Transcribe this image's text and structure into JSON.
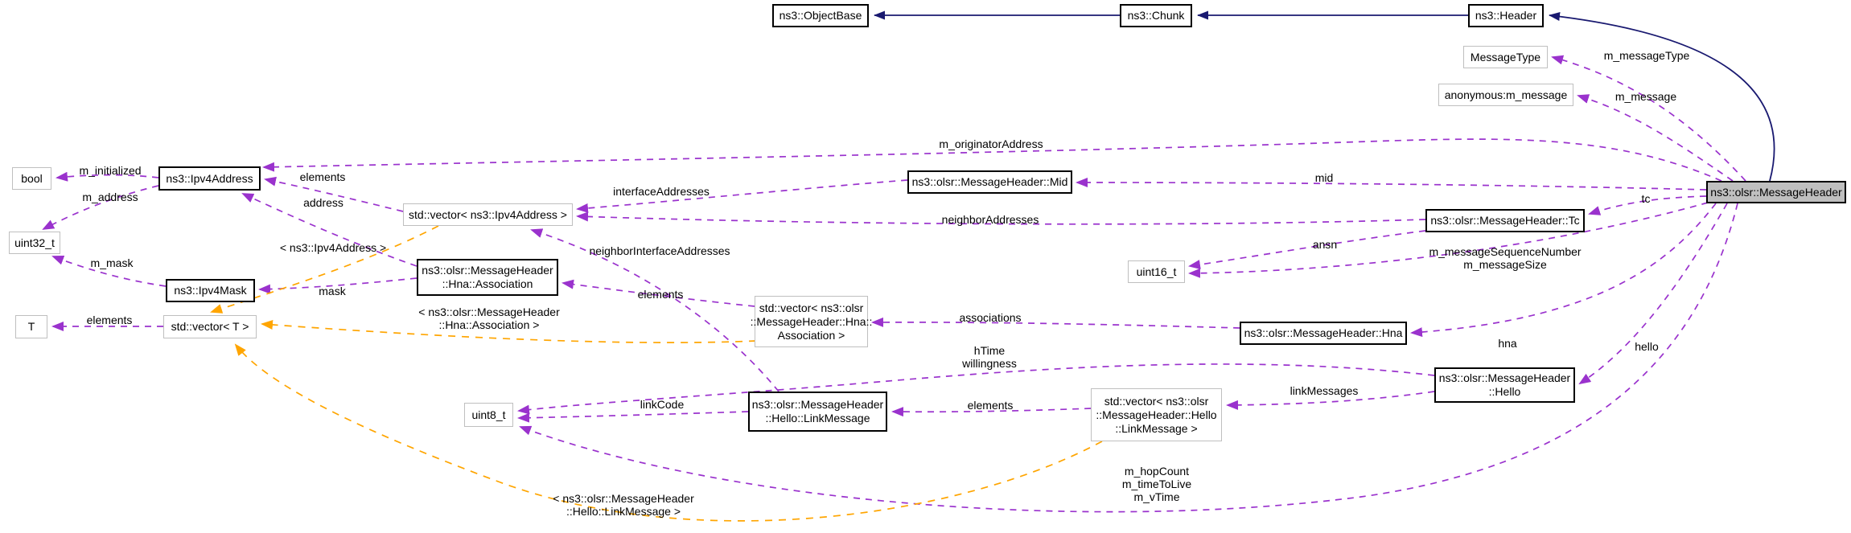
{
  "diagram": {
    "type": "doxygen-collaboration-graph",
    "main_class": "ns3::olsr::MessageHeader",
    "colors": {
      "inheritance_edge": "#191970",
      "usage_edge": "#9a32cd",
      "template_edge": "#ffa500",
      "node_fill": "#ffffff",
      "main_node_fill": "#bfbfbf",
      "class_border": "#000000",
      "typedef_border": "#bfbfbf",
      "background": "#ffffff"
    },
    "nodes": {
      "objectbase": {
        "label": "ns3::ObjectBase"
      },
      "chunk": {
        "label": "ns3::Chunk"
      },
      "header": {
        "label": "ns3::Header"
      },
      "messagetype": {
        "label": "MessageType"
      },
      "anon": {
        "label": "anonymous:m_message"
      },
      "main": {
        "label": "ns3::olsr::MessageHeader"
      },
      "bool": {
        "label": "bool"
      },
      "ipv4address": {
        "label": "ns3::Ipv4Address"
      },
      "uint32": {
        "label": "uint32_t"
      },
      "ipv4mask": {
        "label": "ns3::Ipv4Mask"
      },
      "t": {
        "label": "T"
      },
      "vector_t": {
        "label": "std::vector< T >"
      },
      "vector_ipv4": {
        "label": "std::vector< ns3::Ipv4Address >"
      },
      "hna_assoc": {
        "label": "ns3::olsr::MessageHeader\n::Hna::Association"
      },
      "vector_hna": {
        "label": "std::vector< ns3::olsr\n::MessageHeader::Hna::\nAssociation >"
      },
      "mid": {
        "label": "ns3::olsr::MessageHeader::Mid"
      },
      "tc": {
        "label": "ns3::olsr::MessageHeader::Tc"
      },
      "uint16": {
        "label": "uint16_t"
      },
      "hna": {
        "label": "ns3::olsr::MessageHeader::Hna"
      },
      "hello": {
        "label": "ns3::olsr::MessageHeader\n::Hello"
      },
      "uint8": {
        "label": "uint8_t"
      },
      "linkmessage": {
        "label": "ns3::olsr::MessageHeader\n::Hello::LinkMessage"
      },
      "vector_lm": {
        "label": "std::vector< ns3::olsr\n::MessageHeader::Hello\n::LinkMessage >"
      }
    },
    "edge_labels": {
      "m_initialized": "m_initialized",
      "m_address": "m_address",
      "m_mask": "m_mask",
      "elements_t": "elements",
      "elements_ipv4": "elements",
      "address": "address",
      "mask": "mask",
      "tmpl_ipv4": "< ns3::Ipv4Address >",
      "tmpl_hna": "< ns3::olsr::MessageHeader\n::Hna::Association >",
      "tmpl_lm": "< ns3::olsr::MessageHeader\n::Hello::LinkMessage >",
      "interfaceAddresses": "interfaceAddresses",
      "neighborInterfaceAddresses": "neighborInterfaceAddresses",
      "neighborAddresses": "neighborAddresses",
      "elements_hna": "elements",
      "associations": "associations",
      "m_originatorAddress": "m_originatorAddress",
      "mid": "mid",
      "ansn": "ansn",
      "m_messageType": "m_messageType",
      "m_message": "m_message",
      "msn": "m_messageSequenceNumber\nm_messageSize",
      "tc": "tc",
      "hna": "hna",
      "hello": "hello",
      "htime": "hTime\nwillingness",
      "linkMessages": "linkMessages",
      "elements_lm": "elements",
      "linkCode": "linkCode",
      "hop": "m_hopCount\nm_timeToLive\nm_vTime"
    }
  }
}
